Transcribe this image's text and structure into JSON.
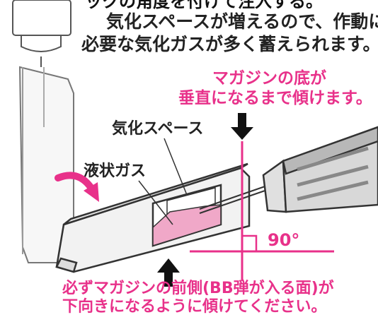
{
  "header": {
    "banner_text": "ックの角度を付けて注入する。"
  },
  "intro": {
    "line1": "気化スペースが増えるので、作動に",
    "line2": "必要な気化ガスが多く蓄えられます。"
  },
  "tilt_note": {
    "line1": "マガジンの底が",
    "line2": "垂直になるまで傾けます。"
  },
  "labels": {
    "vapor_space": "気化スペース",
    "liquid_gas": "液状ガス",
    "angle": "90°"
  },
  "bottom_note": {
    "line1": "必ずマガジンの前側(BB弾が入る面)が",
    "line2": "下向きになるように傾けてください。"
  },
  "colors": {
    "accent_pink": "#e8318a",
    "liquid_fill": "#f0a8c8",
    "text_dark": "#222222",
    "outline": "#333333",
    "magazine_fill": "#f2f2f2"
  },
  "icons": [
    "gas-can-icon",
    "magazine-icon",
    "curved-arrow-icon",
    "down-arrow-icon",
    "up-arrow-icon",
    "right-angle-icon"
  ]
}
